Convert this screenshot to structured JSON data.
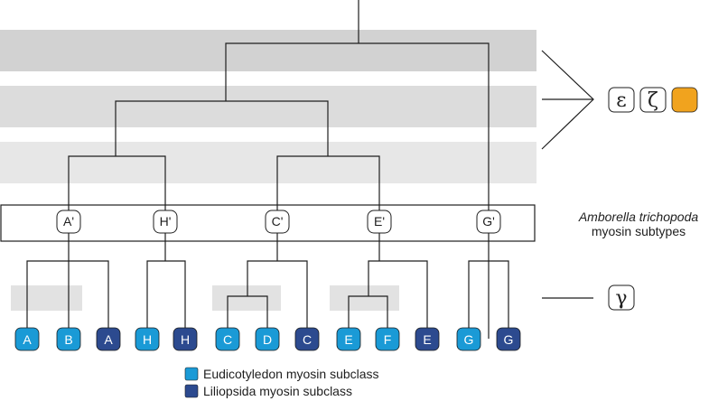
{
  "colors": {
    "eudicot": "#1a9ad6",
    "liliopsida": "#2c4a8f",
    "orange": "#f1a31e"
  },
  "subtypes": {
    "a_prime": "A'",
    "h_prime": "H'",
    "c_prime": "C'",
    "e_prime": "E'",
    "g_prime": "G'"
  },
  "leaves": [
    {
      "label": "A",
      "class": "eudicot"
    },
    {
      "label": "B",
      "class": "eudicot"
    },
    {
      "label": "A",
      "class": "liliopsida"
    },
    {
      "label": "H",
      "class": "eudicot"
    },
    {
      "label": "H",
      "class": "liliopsida"
    },
    {
      "label": "C",
      "class": "eudicot"
    },
    {
      "label": "D",
      "class": "eudicot"
    },
    {
      "label": "C",
      "class": "liliopsida"
    },
    {
      "label": "E",
      "class": "eudicot"
    },
    {
      "label": "F",
      "class": "eudicot"
    },
    {
      "label": "E",
      "class": "liliopsida"
    },
    {
      "label": "G",
      "class": "eudicot"
    },
    {
      "label": "G",
      "class": "liliopsida"
    }
  ],
  "symbols": {
    "epsilon": "ε",
    "zeta": "ζ",
    "gamma": "γ",
    "orange_icon": "orange-square-icon"
  },
  "amborella": {
    "species": "Amborella trichopoda",
    "subtitle": "myosin subtypes"
  },
  "legend": {
    "eudicot": "Eudicotyledon myosin subclass",
    "liliopsida": "Liliopsida myosin subclass"
  }
}
